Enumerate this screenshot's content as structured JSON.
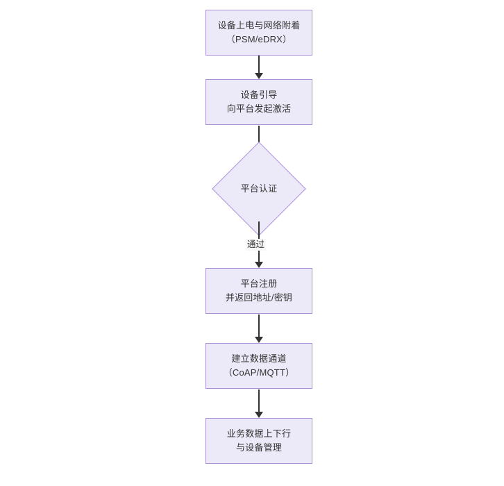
{
  "diagram": {
    "type": "flowchart",
    "orientation": "top-to-bottom",
    "colors": {
      "node_fill": "#ECEAF8",
      "node_border": "#A98FD6",
      "text": "#333333",
      "edge": "#333333",
      "background": "#FFFFFF"
    },
    "nodes": [
      {
        "id": "power",
        "shape": "rectangle",
        "label": "设备上电与网络附着\n（PSM/eDRX）"
      },
      {
        "id": "bootstrap",
        "shape": "rectangle",
        "label": "设备引导\n向平台发起激活"
      },
      {
        "id": "auth",
        "shape": "diamond",
        "label": "平台认证"
      },
      {
        "id": "register",
        "shape": "rectangle",
        "label": "平台注册\n并返回地址/密钥"
      },
      {
        "id": "channel",
        "shape": "rectangle",
        "label": "建立数据通道\n（CoAP/MQTT）"
      },
      {
        "id": "business",
        "shape": "rectangle",
        "label": "业务数据上下行\n与设备管理"
      }
    ],
    "edges": [
      {
        "id": "e1",
        "from": "power",
        "to": "bootstrap",
        "label": ""
      },
      {
        "id": "e2",
        "from": "bootstrap",
        "to": "auth",
        "label": ""
      },
      {
        "id": "e3",
        "from": "auth",
        "to": "register",
        "label": "通过"
      },
      {
        "id": "e4",
        "from": "register",
        "to": "channel",
        "label": ""
      },
      {
        "id": "e5",
        "from": "channel",
        "to": "business",
        "label": ""
      }
    ]
  }
}
